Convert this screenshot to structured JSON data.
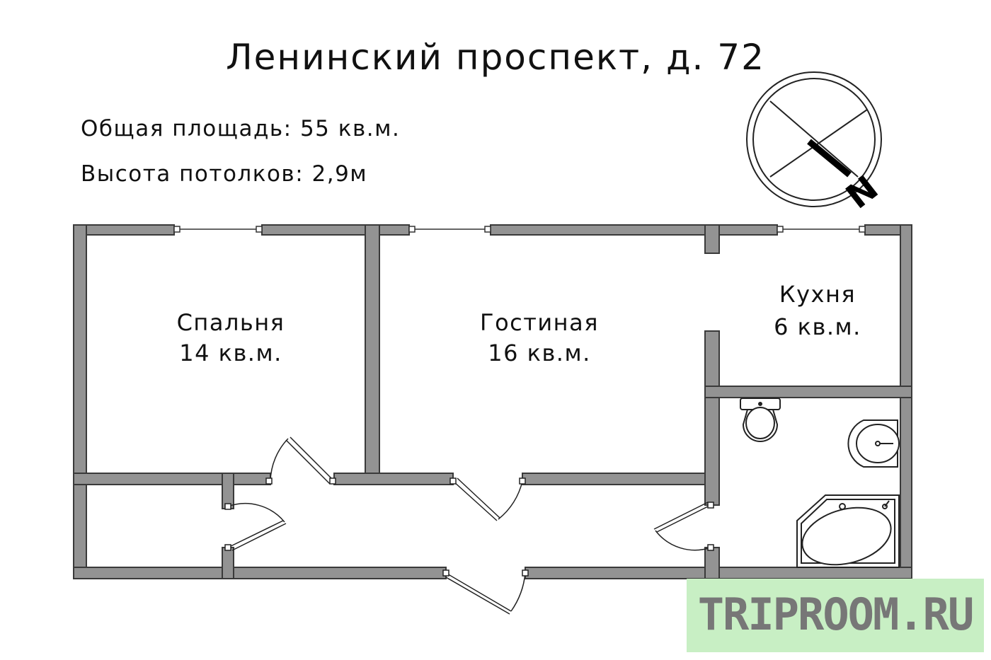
{
  "header": {
    "title": "Ленинский проспект, д. 72",
    "total_area": "Общая площадь: 55 кв.м.",
    "ceiling_height": "Высота потолков: 2,9м"
  },
  "compass": {
    "letter": "N"
  },
  "rooms": [
    {
      "name": "Спальня",
      "area": "14 кв.м."
    },
    {
      "name": "Гостиная",
      "area": "16 кв.м."
    },
    {
      "name": "Кухня",
      "area": "6 кв.м."
    }
  ],
  "watermark": {
    "text": "TRIPROOM.RU"
  },
  "colors": {
    "wall": "#939393",
    "wall_stroke": "#3a3a3a",
    "watermark_bg": "#c8efc4",
    "watermark_text": "#777777"
  }
}
